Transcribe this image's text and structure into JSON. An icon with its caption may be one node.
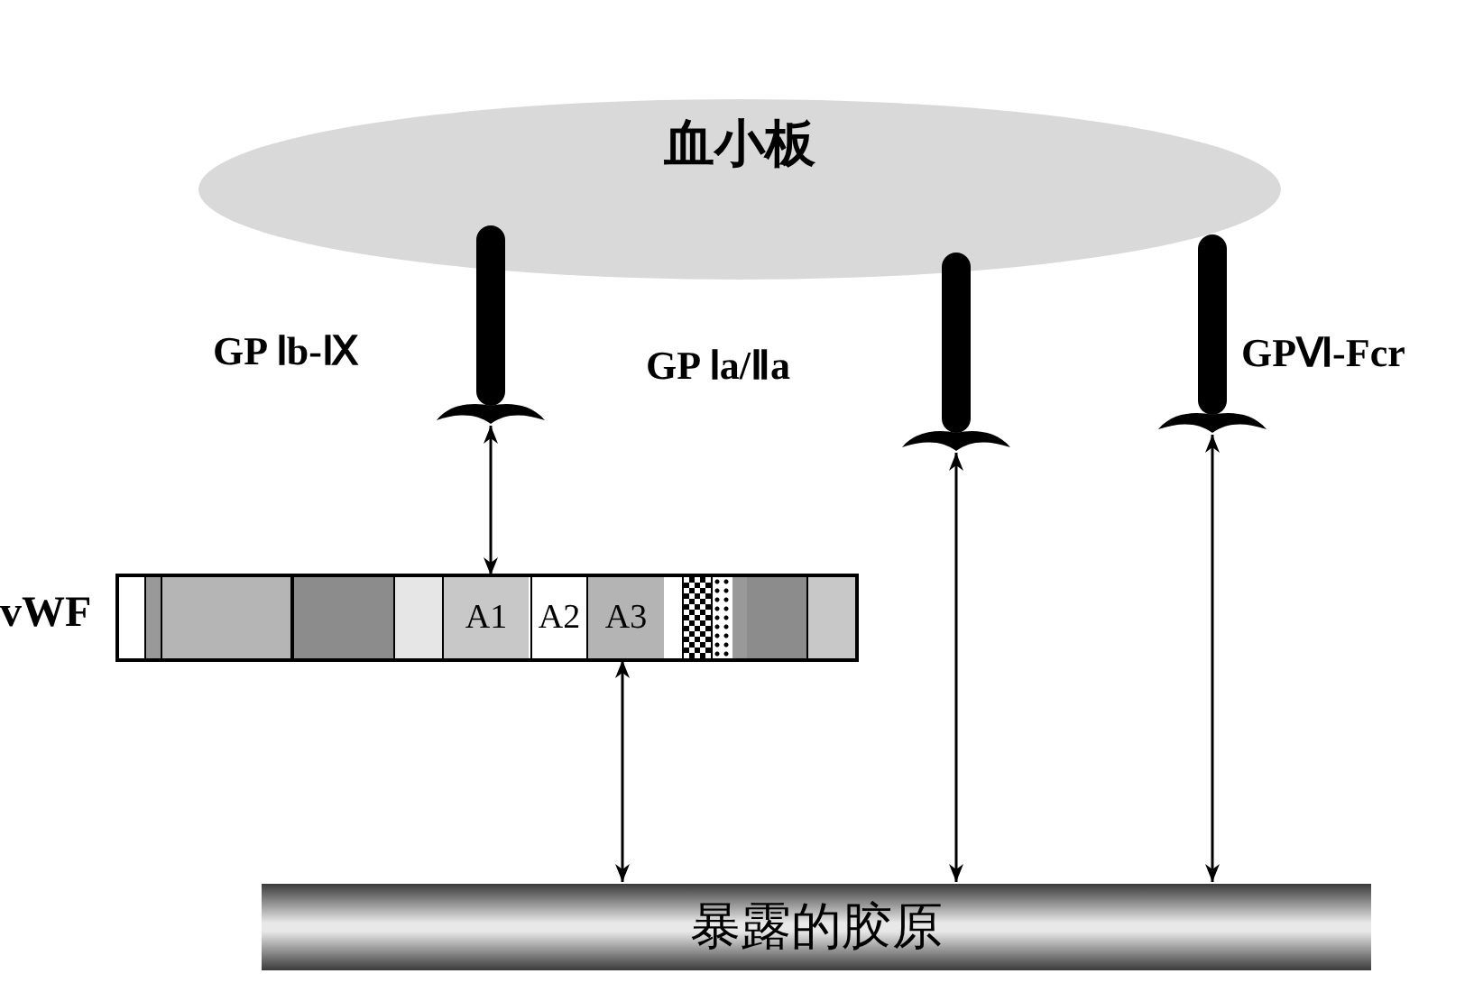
{
  "diagram": {
    "nodes": [
      {
        "text": [
          "血小板"
        ]
      },
      {
        "text": [
          "GP Ⅰb-Ⅸ"
        ]
      },
      {
        "text": [
          "GP Ⅰa/Ⅱa"
        ]
      },
      {
        "text": [
          "GPⅥ-Fcr"
        ]
      },
      {
        "text": [
          "vWF"
        ]
      },
      {
        "text": [
          "A1"
        ],
        "in": 4
      },
      {
        "text": [
          "A2"
        ],
        "in": 4
      },
      {
        "text": [
          "A3"
        ],
        "in": 4
      },
      {
        "text": [
          "暴露的胶原"
        ]
      }
    ],
    "edges": [
      {
        "from": 1,
        "to": 5,
        "arrow": "both"
      },
      {
        "from": 7,
        "to": 8,
        "arrow": "both"
      },
      {
        "from": 2,
        "to": 8,
        "arrow": "both"
      },
      {
        "from": 3,
        "to": 8,
        "arrow": "both"
      }
    ]
  }
}
